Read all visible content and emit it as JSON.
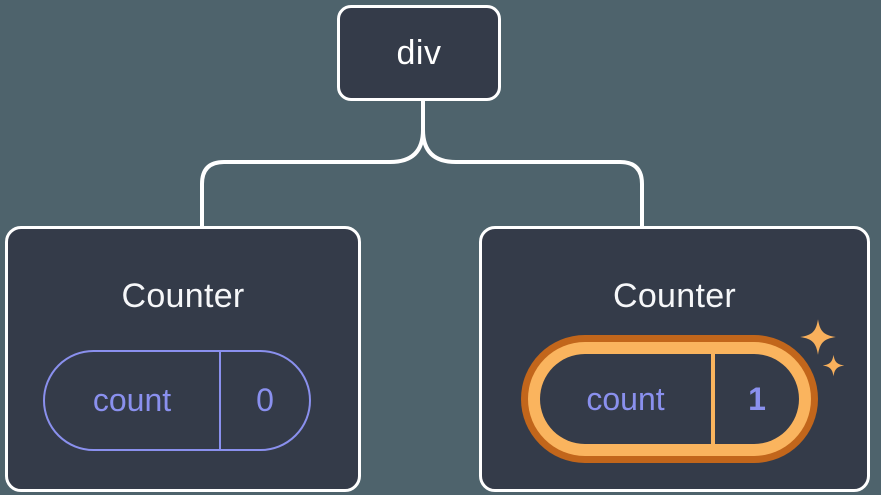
{
  "diagram": {
    "description": "React component tree with state",
    "background_color": "#4E636C",
    "node_fill_color": "#343B49",
    "node_border_color": "#FFFFFF",
    "state_accent_color": "#8A90EE",
    "highlight_outer_color": "#C2661B",
    "highlight_inner_color": "#FAB45E",
    "sparkle_color": "#F8B05C",
    "tree": {
      "root": {
        "label": "div"
      },
      "children": [
        {
          "title": "Counter",
          "state": {
            "key": "count",
            "value": "0"
          },
          "highlighted": false
        },
        {
          "title": "Counter",
          "state": {
            "key": "count",
            "value": "1"
          },
          "highlighted": true
        }
      ]
    },
    "icons": [
      {
        "name": "sparkle-icon-large"
      },
      {
        "name": "sparkle-icon-small"
      }
    ]
  }
}
